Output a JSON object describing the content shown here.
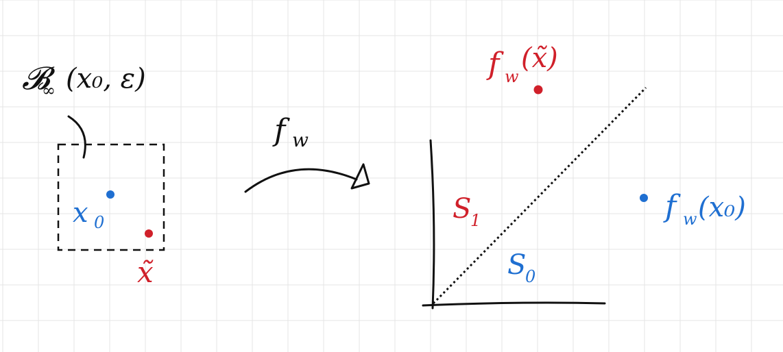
{
  "colors": {
    "ink": "#111111",
    "red": "#d0202a",
    "blue": "#1f6fd1",
    "grid": "#e4e4e4"
  },
  "ball": {
    "symbol": "𝓑",
    "sub": "∞",
    "args": "(x₀, ε)"
  },
  "labels": {
    "x0": {
      "main": "x",
      "sub": "0"
    },
    "x_tilde": {
      "main": "x̃"
    },
    "map": {
      "main": "f",
      "sub": "w"
    },
    "f_x_tilde": {
      "main": "f",
      "sub": "w",
      "args": "(x̃)"
    },
    "f_x0": {
      "main": "f",
      "sub": "w",
      "args": "(x₀)"
    },
    "S1": {
      "main": "S",
      "sub": "1"
    },
    "S0": {
      "main": "S",
      "sub": "0"
    }
  }
}
